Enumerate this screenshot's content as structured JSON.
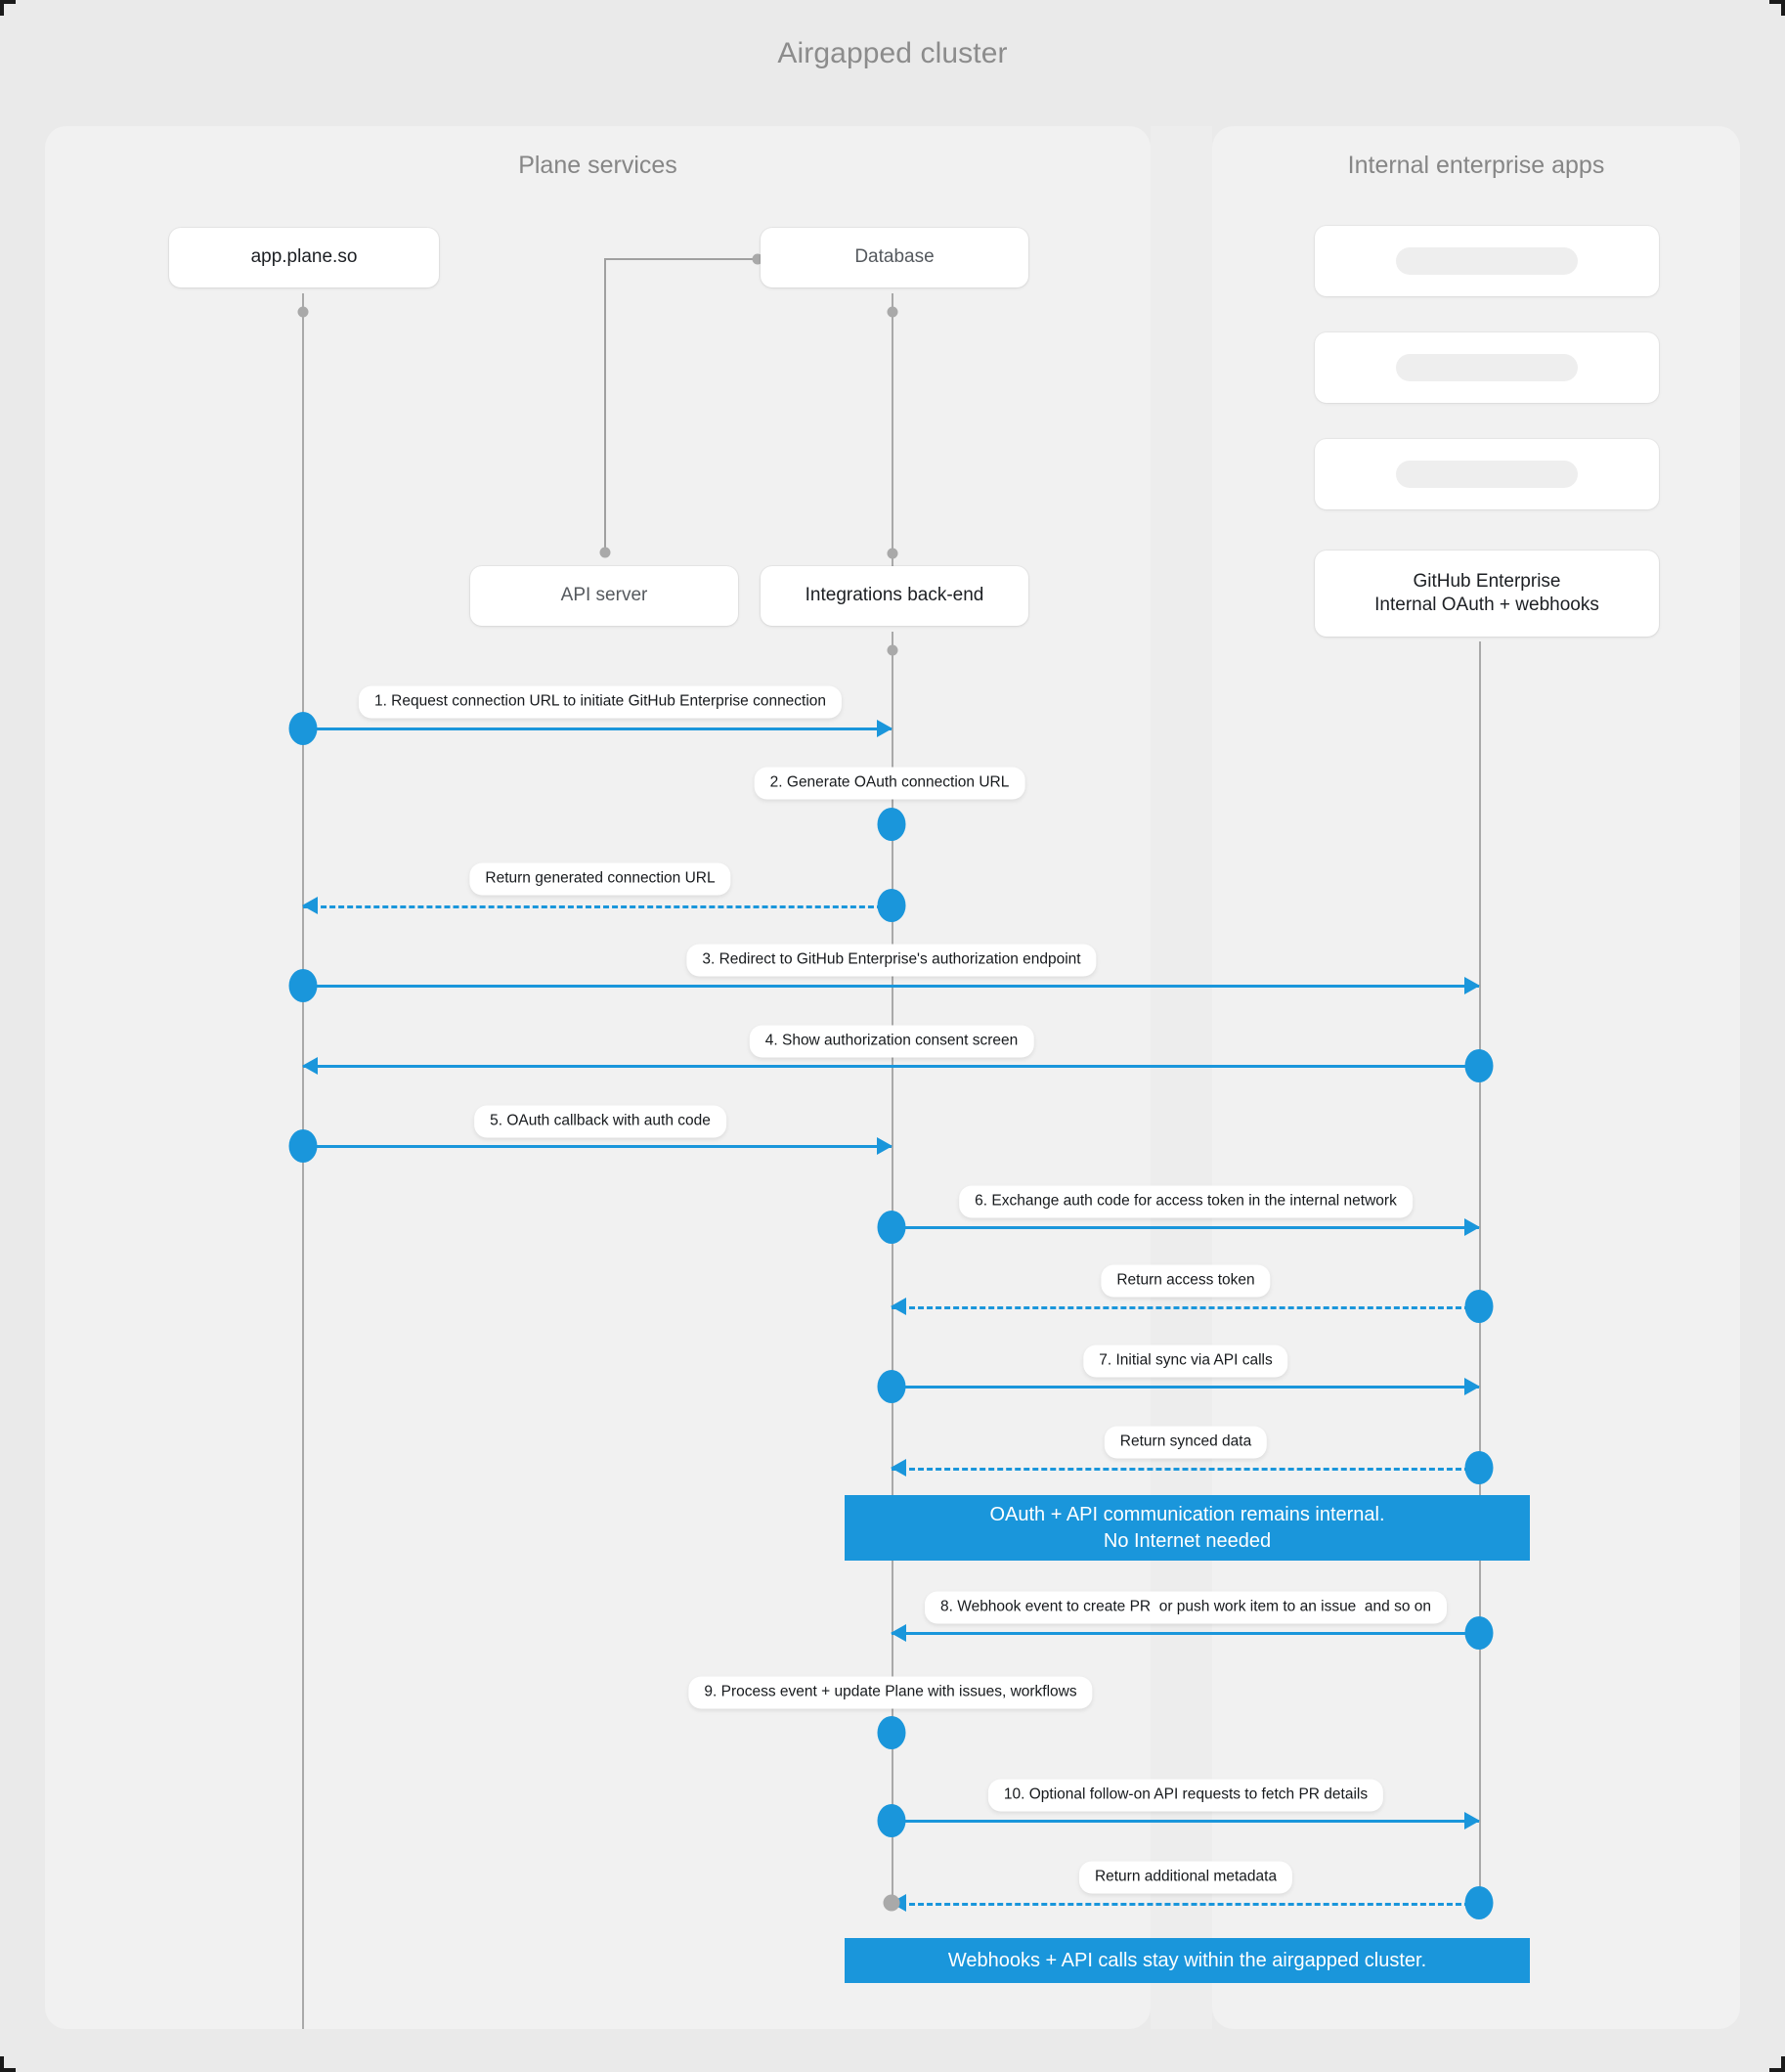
{
  "diagram": {
    "title": "Airgapped cluster",
    "type": "sequence-diagram",
    "accent_color": "#1a96db",
    "background_color": "#eaeaea",
    "panel_color": "#f1f1f1",
    "lifeline_color": "#a9a9a9"
  },
  "panels": [
    {
      "id": "plane",
      "title": "Plane services"
    },
    {
      "id": "internal",
      "title": "Internal enterprise apps"
    }
  ],
  "participants": [
    {
      "id": "app",
      "label": "app.plane.so",
      "panel": "plane"
    },
    {
      "id": "db",
      "label": "Database",
      "panel": "plane"
    },
    {
      "id": "api",
      "label": "API server",
      "panel": "plane"
    },
    {
      "id": "int",
      "label": "Integrations back-end",
      "panel": "plane"
    },
    {
      "id": "ghe",
      "label": "GitHub Enterprise\nInternal OAuth + webhooks",
      "panel": "internal"
    }
  ],
  "placeholders": [
    {
      "id": "skel-1",
      "label": ""
    },
    {
      "id": "skel-2",
      "label": ""
    },
    {
      "id": "skel-3",
      "label": ""
    }
  ],
  "messages": [
    {
      "n": "1",
      "label": "1. Request connection URL to initiate GitHub Enterprise connection",
      "from": "app",
      "to": "int",
      "style": "solid"
    },
    {
      "n": "2",
      "label": "2. Generate OAuth connection URL",
      "from": "int",
      "to": "int",
      "style": "self"
    },
    {
      "n": "",
      "label": "Return generated connection URL",
      "from": "int",
      "to": "app",
      "style": "dashed"
    },
    {
      "n": "3",
      "label": "3. Redirect to GitHub Enterprise's authorization endpoint",
      "from": "app",
      "to": "ghe",
      "style": "solid"
    },
    {
      "n": "4",
      "label": "4. Show authorization consent screen",
      "from": "ghe",
      "to": "app",
      "style": "solid"
    },
    {
      "n": "5",
      "label": "5. OAuth callback with auth code",
      "from": "app",
      "to": "int",
      "style": "solid"
    },
    {
      "n": "6",
      "label": "6. Exchange auth code for access token in the internal network",
      "from": "int",
      "to": "ghe",
      "style": "solid"
    },
    {
      "n": "",
      "label": "Return access token",
      "from": "ghe",
      "to": "int",
      "style": "dashed"
    },
    {
      "n": "7",
      "label": "7. Initial sync via API calls",
      "from": "int",
      "to": "ghe",
      "style": "solid"
    },
    {
      "n": "",
      "label": "Return synced data",
      "from": "ghe",
      "to": "int",
      "style": "dashed"
    },
    {
      "n": "8",
      "label": "8. Webhook event to create PR  or push work item to an issue  and so on",
      "from": "ghe",
      "to": "int",
      "style": "solid"
    },
    {
      "n": "9",
      "label": "9. Process event + update Plane with issues, workflows",
      "from": "int",
      "to": "int",
      "style": "self"
    },
    {
      "n": "10",
      "label": "10. Optional follow-on API requests to fetch PR details",
      "from": "int",
      "to": "ghe",
      "style": "solid"
    },
    {
      "n": "",
      "label": "Return additional metadata",
      "from": "ghe",
      "to": "int",
      "style": "dashed"
    }
  ],
  "notes": [
    {
      "id": "note-internal",
      "text": "OAuth + API communication remains internal.\nNo Internet needed"
    },
    {
      "id": "note-airgap",
      "text": "Webhooks + API calls stay within the airgapped cluster."
    }
  ],
  "labels": {
    "m1": "1. Request connection URL to initiate GitHub Enterprise connection",
    "m2": "2. Generate OAuth connection URL",
    "r1": "Return generated connection URL",
    "m3": "3. Redirect to GitHub Enterprise's authorization endpoint",
    "m4": "4. Show authorization consent screen",
    "m5": "5. OAuth callback with auth code",
    "m6": "6. Exchange auth code for access token in the internal network",
    "r2": "Return access token",
    "m7": "7. Initial sync via API calls",
    "r3": "Return synced data",
    "m8": "8. Webhook event to create PR  or push work item to an issue  and so on",
    "m9": "9. Process event + update Plane with issues, workflows",
    "m10": "10. Optional follow-on API requests to fetch PR details",
    "r4": "Return additional metadata"
  }
}
